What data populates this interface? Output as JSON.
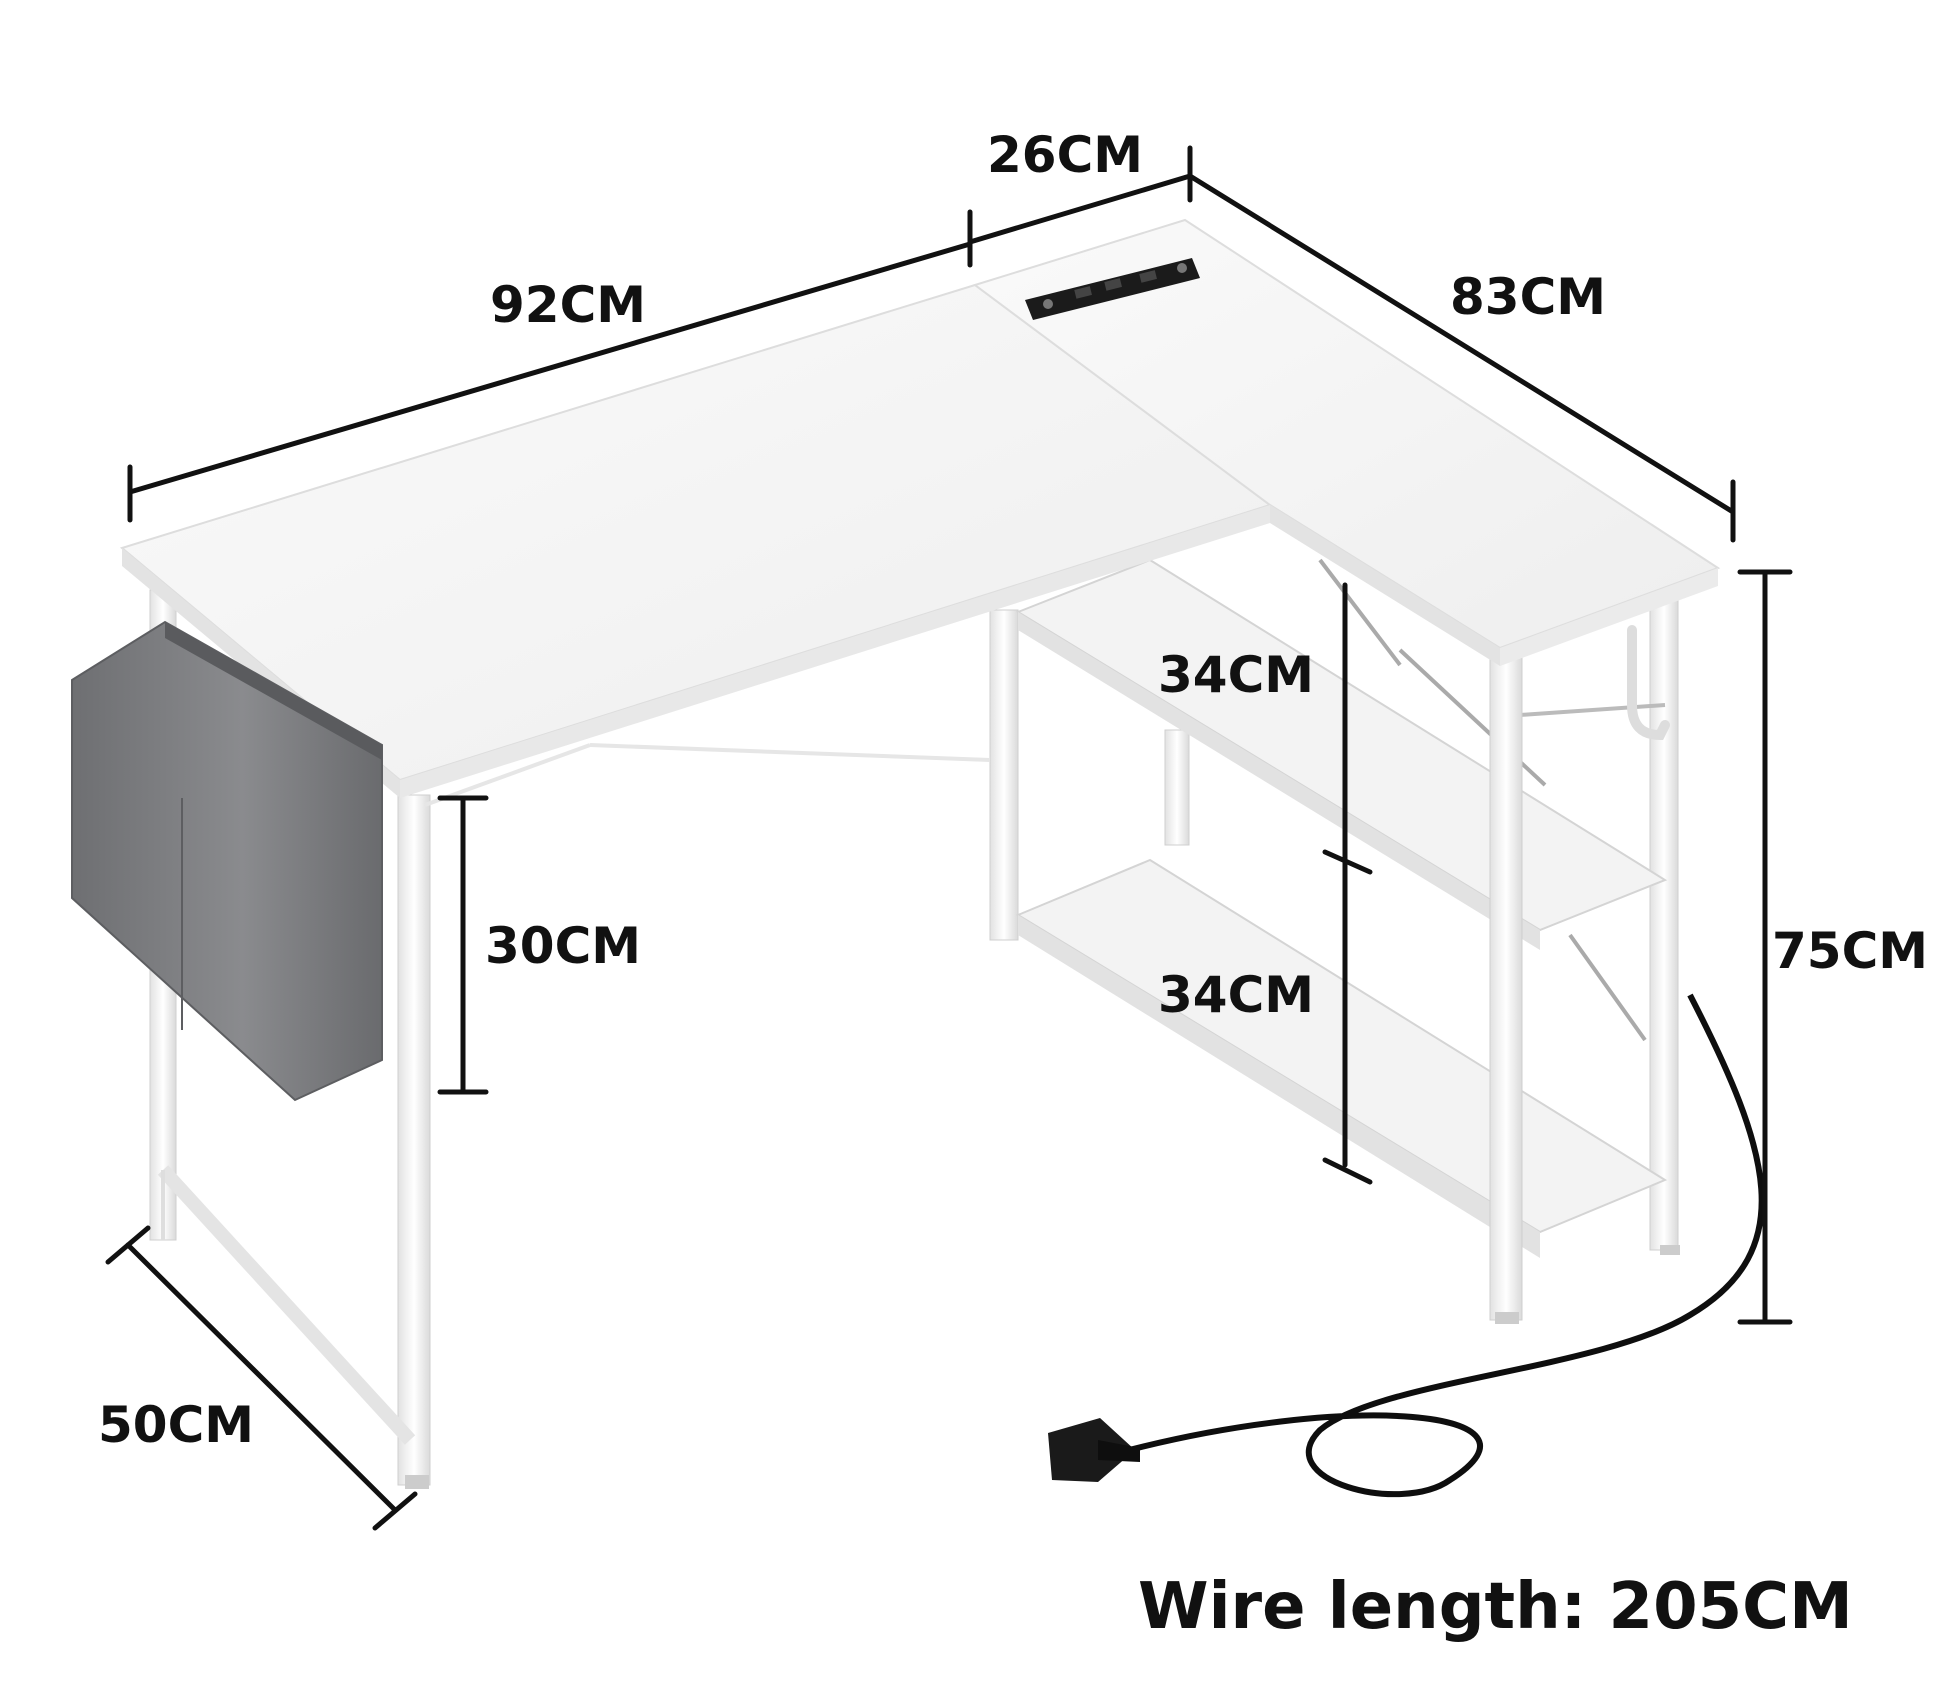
{
  "dimensions": {
    "top_left_width": "26CM",
    "desk_width": "92CM",
    "side_length": "83CM",
    "shelf_gap_upper": "34CM",
    "shelf_gap_lower": "34CM",
    "height": "75CM",
    "bag_height": "30CM",
    "depth": "50CM"
  },
  "wire_length": "Wire length: 205CM",
  "colors": {
    "background": "#ffffff",
    "dimension_lines": "#111111",
    "desk_top": "#f4f4f4",
    "frame": "#f2f2f2",
    "storage_bag": "#7a7b7e",
    "power_strip": "#1b1b1b",
    "cable": "#0e0e0e"
  }
}
